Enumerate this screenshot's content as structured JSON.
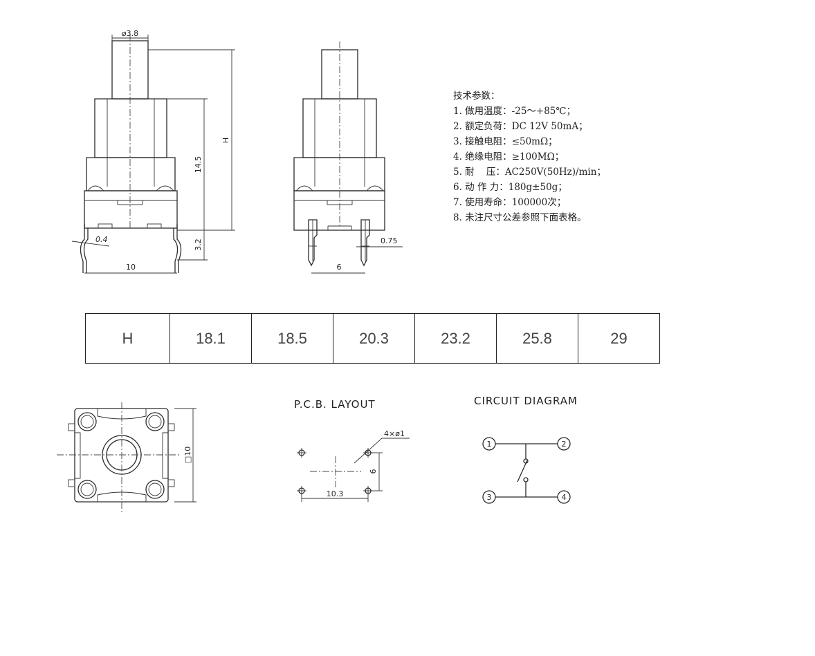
{
  "side_view": {
    "dims": {
      "cap_diameter": "ø3.8",
      "height": "H",
      "body_height": "14.5",
      "pin_length": "3.2",
      "pin_thickness": "0.4",
      "pin_span": "10"
    }
  },
  "front_view": {
    "dims": {
      "pin_width": "0.75",
      "pin_span": "6"
    }
  },
  "specs": {
    "heading": "技术参数：",
    "items": [
      "1. 做用温度：-25～+85℃；",
      "2. 额定负荷：DC 12V 50mA；",
      "3. 接触电阻：≤50mΩ；",
      "4. 绝缘电阻：≥100MΩ；",
      "5. 耐    压：AC250V(50Hz)/min；",
      "6. 动 作 力：180g±50g；",
      "7. 使用寿命：100000次；",
      "8. 未注尺寸公差参照下面表格。"
    ]
  },
  "h_table": {
    "header": "H",
    "values": [
      "18.1",
      "18.5",
      "20.3",
      "23.2",
      "25.8",
      "29"
    ]
  },
  "top_view": {
    "dims": {
      "body_size": "□10"
    }
  },
  "pcb_layout": {
    "title": "P.C.B. LAYOUT",
    "dims": {
      "holes": "4×ø1",
      "pitch_y": "6",
      "pitch_x": "10.3"
    }
  },
  "circuit": {
    "title": "CIRCUIT DIAGRAM",
    "terminals": [
      "1",
      "2",
      "3",
      "4"
    ]
  }
}
